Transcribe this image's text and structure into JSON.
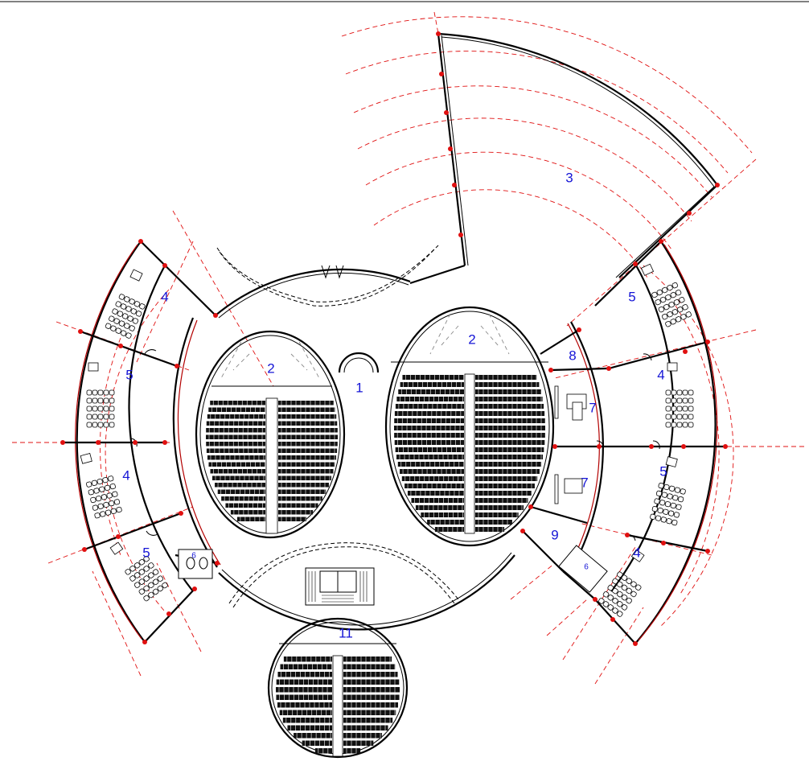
{
  "drawing": {
    "room_labels": {
      "foyer": "1",
      "hall_left": "2",
      "hall_right": "2",
      "wing_north": "3",
      "room_nw_upper": "4",
      "room_w_upper": "5",
      "room_w_lower": "4",
      "room_sw": "5",
      "room_ne": "5",
      "room_e_upper": "4",
      "room_e_lower": "5",
      "room_se": "4",
      "wc_left": "6",
      "wc_right": "6",
      "office_upper": "7",
      "office_lower": "7",
      "room_8": "8",
      "room_9": "9",
      "hall_south": "11"
    },
    "colors": {
      "label": "#1515d6",
      "axis_lines": "#e01010",
      "walls": "#000000"
    }
  }
}
